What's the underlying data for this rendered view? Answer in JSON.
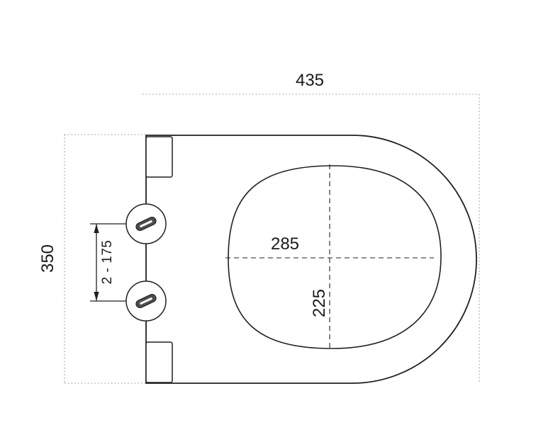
{
  "diagram": {
    "type": "technical-dimension-drawing",
    "subject": "toilet-seat-top-view",
    "labels": {
      "overall_width": "435",
      "overall_depth": "350",
      "inner_width": "285",
      "inner_depth": "225",
      "hinge_spacing": "2 - 175"
    },
    "colors": {
      "line": "#231f20",
      "dotted": "#8f8f8f",
      "slot": "#4d4d4d",
      "highlight": "#ffffff",
      "background": "#ffffff"
    }
  }
}
